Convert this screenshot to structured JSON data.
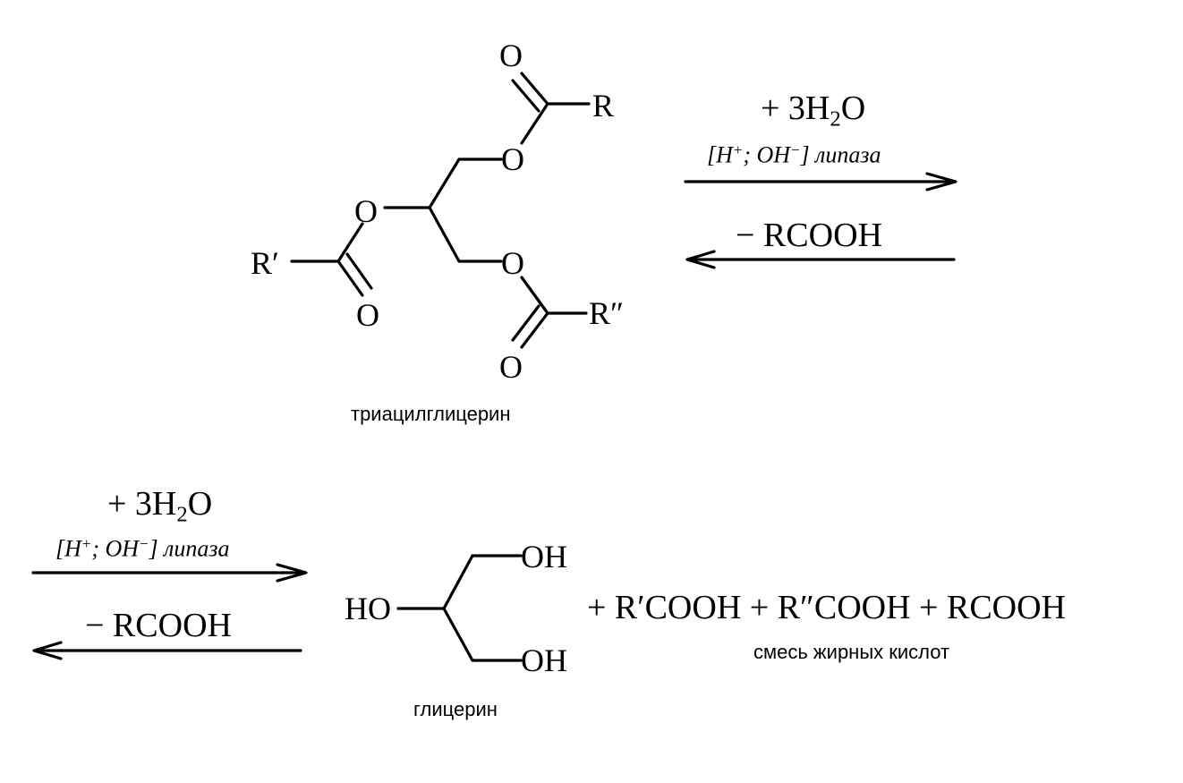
{
  "step1": {
    "forward_reagent": {
      "prefix": "+ 3H",
      "sub": "2",
      "suffix": "O"
    },
    "catalyst": {
      "open": "[H",
      "plus": "+",
      "mid": "; OH",
      "minus": "−",
      "close": "] липаза"
    },
    "reverse_reagent": "− RCOOH"
  },
  "step2": {
    "forward_reagent": {
      "prefix": "+ 3H",
      "sub": "2",
      "suffix": "O"
    },
    "catalyst": {
      "open": "[H",
      "plus": "+",
      "mid": "; OH",
      "minus": "−",
      "close": "] липаза"
    },
    "reverse_reagent": "− RCOOH"
  },
  "triacylglycerol": {
    "atoms": {
      "o_top": "O",
      "r_top": "R",
      "o_ester_top": "O",
      "o_ester_mid": "O",
      "o_ester_bot": "O",
      "r_prime": "R′",
      "o_left": "O",
      "r_double_prime": "R″",
      "o_bottom": "O"
    },
    "caption": "триацилглицерин"
  },
  "glycerol": {
    "atoms": {
      "oh_top": "OH",
      "ho_left": "HO",
      "oh_bottom": "OH"
    },
    "caption": "глицерин"
  },
  "products": {
    "equation": "+ R′COOH + R″COOH + RCOOH",
    "caption": "смесь жирных кислот"
  }
}
